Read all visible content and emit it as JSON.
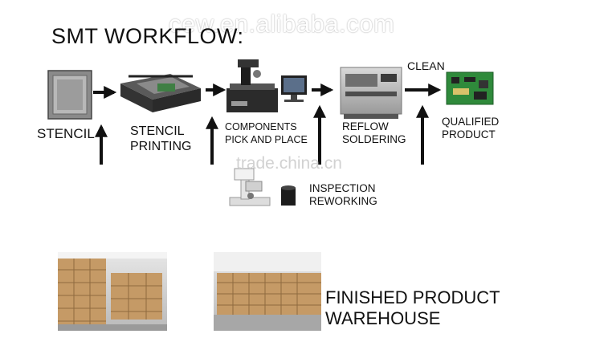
{
  "title": "SMT WORKFLOW:",
  "watermarks": {
    "top": "cew.en.alibaba.com",
    "middle": "trade.china.cn"
  },
  "steps": [
    {
      "label": "STENCIL"
    },
    {
      "label_line1": "STENCIL",
      "label_line2": "PRINTING"
    },
    {
      "label_line1": "COMPONENTS",
      "label_line2": "PICK AND PLACE"
    },
    {
      "label_line1": "REFLOW",
      "label_line2": "SOLDERING"
    },
    {
      "label_line1": "QUALIFIED",
      "label_line2": "PRODUCT"
    }
  ],
  "clean_label": "CLEAN",
  "inspection": {
    "line1": "INSPECTION",
    "line2": "REWORKING"
  },
  "warehouse_label": "FINISHED PRODUCT WAREHOUSE",
  "colors": {
    "arrow": "#111111",
    "pcb": "#2f8a3b",
    "box": "#c59a66"
  }
}
